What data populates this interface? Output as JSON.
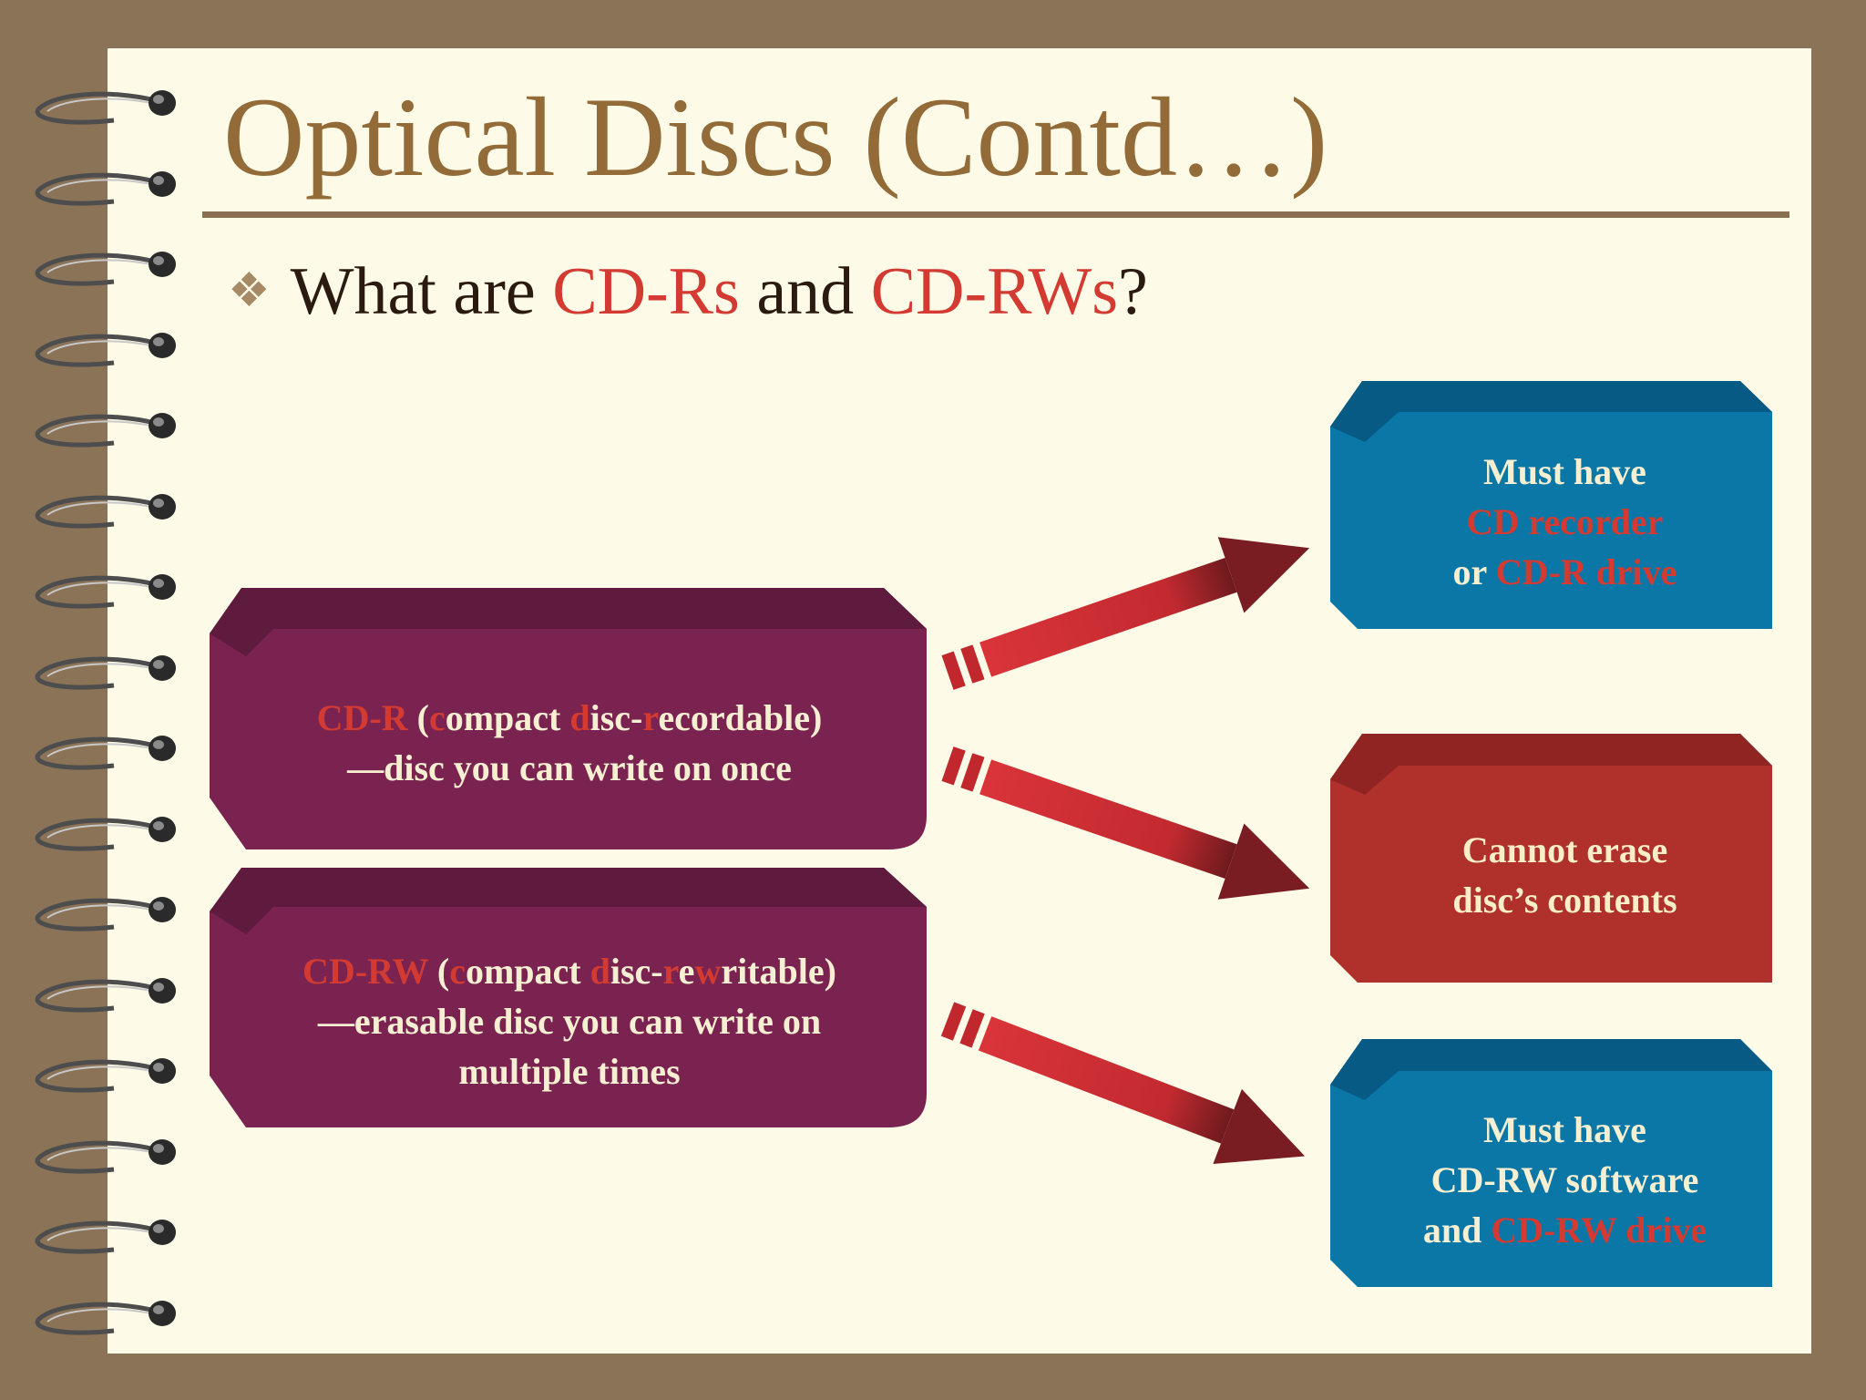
{
  "slide": {
    "title": "Optical Discs (Contd…)",
    "bullet": {
      "prefix": "What are ",
      "term1": "CD-Rs",
      "middle": " and ",
      "term2": "CD-RWs",
      "suffix": "?"
    }
  },
  "left_boxes": [
    {
      "line1": [
        {
          "t": "CD-R",
          "red": true
        },
        {
          "t": " (",
          "red": false
        },
        {
          "t": "c",
          "red": true
        },
        {
          "t": "ompact ",
          "red": false
        },
        {
          "t": "d",
          "red": true
        },
        {
          "t": "isc-",
          "red": false
        },
        {
          "t": "r",
          "red": true
        },
        {
          "t": "ecordable)",
          "red": false
        }
      ],
      "line2": "—disc you can write on once",
      "line3": ""
    },
    {
      "line1": [
        {
          "t": "CD-RW",
          "red": true
        },
        {
          "t": " (",
          "red": false
        },
        {
          "t": "c",
          "red": true
        },
        {
          "t": "ompact ",
          "red": false
        },
        {
          "t": "d",
          "red": true
        },
        {
          "t": "isc-",
          "red": false
        },
        {
          "t": "r",
          "red": true
        },
        {
          "t": "e",
          "red": false
        },
        {
          "t": "w",
          "red": true
        },
        {
          "t": "ritable)",
          "red": false
        }
      ],
      "line2": "—erasable disc you can write on",
      "line3": "multiple times"
    }
  ],
  "right_boxes": [
    {
      "color": "blue",
      "lines": [
        [
          {
            "t": "Must have",
            "red": false
          }
        ],
        [
          {
            "t": "CD recorder",
            "red": true
          }
        ],
        [
          {
            "t": "or ",
            "red": false
          },
          {
            "t": "CD-R drive",
            "red": true
          }
        ]
      ]
    },
    {
      "color": "red",
      "lines": [
        [
          {
            "t": "Cannot erase",
            "red": false
          }
        ],
        [
          {
            "t": "disc’s contents",
            "red": false
          }
        ]
      ]
    },
    {
      "color": "blue",
      "lines": [
        [
          {
            "t": "Must have",
            "red": false
          }
        ],
        [
          {
            "t": "CD-RW software",
            "red": false
          }
        ],
        [
          {
            "t": "and ",
            "red": false
          },
          {
            "t": "CD-RW drive",
            "red": true
          }
        ]
      ]
    }
  ],
  "colors": {
    "title": "#936b38",
    "accent_red": "#d23a32",
    "purple_box": "#7a2350",
    "blue_box": "#0a77a6",
    "red_box": "#b0302c",
    "arrow": "#c0282e"
  },
  "icons": {
    "bullet": "diamond-cluster-icon",
    "binding": "spiral-ring-icon"
  }
}
